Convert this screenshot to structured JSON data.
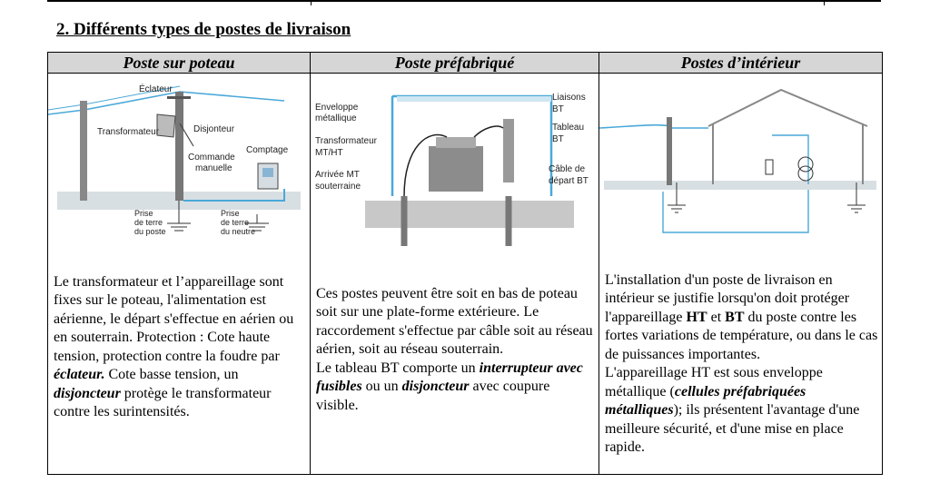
{
  "section_title": "2. Différents types de postes de livraison",
  "columns": [
    {
      "header": "Poste sur poteau"
    },
    {
      "header": "Poste préfabriqué"
    },
    {
      "header": "Postes d’intérieur"
    }
  ],
  "diagram1": {
    "eclateur": "Éclateur",
    "transformateur": "Transformateur",
    "disjoncteur": "Disjonteur",
    "commande_1": "Commande",
    "commande_2": "manuelle",
    "comptage": "Comptage",
    "prise_poste_1": "Prise",
    "prise_poste_2": "de terre",
    "prise_poste_3": "du poste",
    "prise_neutre_1": "Prise",
    "prise_neutre_2": "de terre",
    "prise_neutre_3": "du neutre"
  },
  "diagram2": {
    "enveloppe_1": "Enveloppe",
    "enveloppe_2": "métallique",
    "transfo_1": "Transformateur",
    "transfo_2": "MT/HT",
    "arrivee_1": "Arrivée MT",
    "arrivee_2": "souterraine",
    "liaisons_1": "Liaisons",
    "liaisons_2": "BT",
    "tableau_1": "Tableau",
    "tableau_2": "BT",
    "cable_1": "Câble de",
    "cable_2": "départ BT"
  },
  "text1": {
    "a": "Le transformateur et l’appareillage sont fixes sur le poteau, l'alimentation est aérienne, le départ s'effectue en aérien ou en souterrain. Protection : Cote haute tension, protection contre la foudre par ",
    "b": "éclateur.",
    "c": " Cote basse tension, un ",
    "d": "disjoncteur",
    "e": " protège le transformateur contre les surintensités."
  },
  "text2": {
    "a": "Ces postes peuvent être soit en bas de poteau soit sur une plate-forme extérieure. Le raccordement s'effectue par câble soit au réseau aérien, soit au réseau souterrain.",
    "b": "Le tableau BT comporte un ",
    "c": "interrupteur avec fusibles",
    "d": " ou un ",
    "e": "disjoncteur",
    "f": " avec coupure visible."
  },
  "text3": {
    "a": "L'installation d'un poste de livraison en intérieur se justifie lorsqu'on doit protéger l'appareillage ",
    "b": "HT",
    "c": " et ",
    "d": "BT",
    "e": " du poste contre les fortes variations de température, ou dans le cas de puissances importantes.",
    "f": "L'appareillage HT est sous enveloppe métallique (",
    "g": "cellules préfabriquées métalliques",
    "h": "); ils présentent l'avantage d'une meilleure sécurité, et d'une mise en place rapide."
  }
}
